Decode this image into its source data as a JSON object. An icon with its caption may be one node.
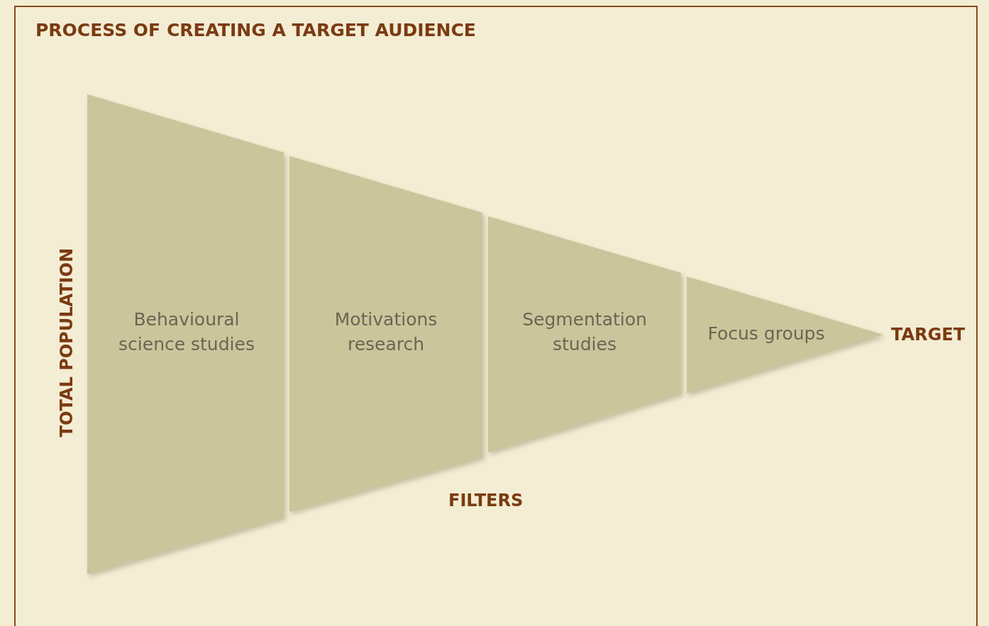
{
  "diagram": {
    "title": "PROCESS OF CREATING A TARGET AUDIENCE",
    "nodes": [
      {
        "text": [
          "Behavioural science studies"
        ]
      },
      {
        "text": [
          "Motivations research"
        ]
      },
      {
        "text": [
          "Segmentation studies"
        ]
      },
      {
        "text": [
          "Focus groups"
        ]
      }
    ],
    "labels": [
      "TOTAL POPULATION",
      "FILTERS",
      "TARGET"
    ]
  }
}
